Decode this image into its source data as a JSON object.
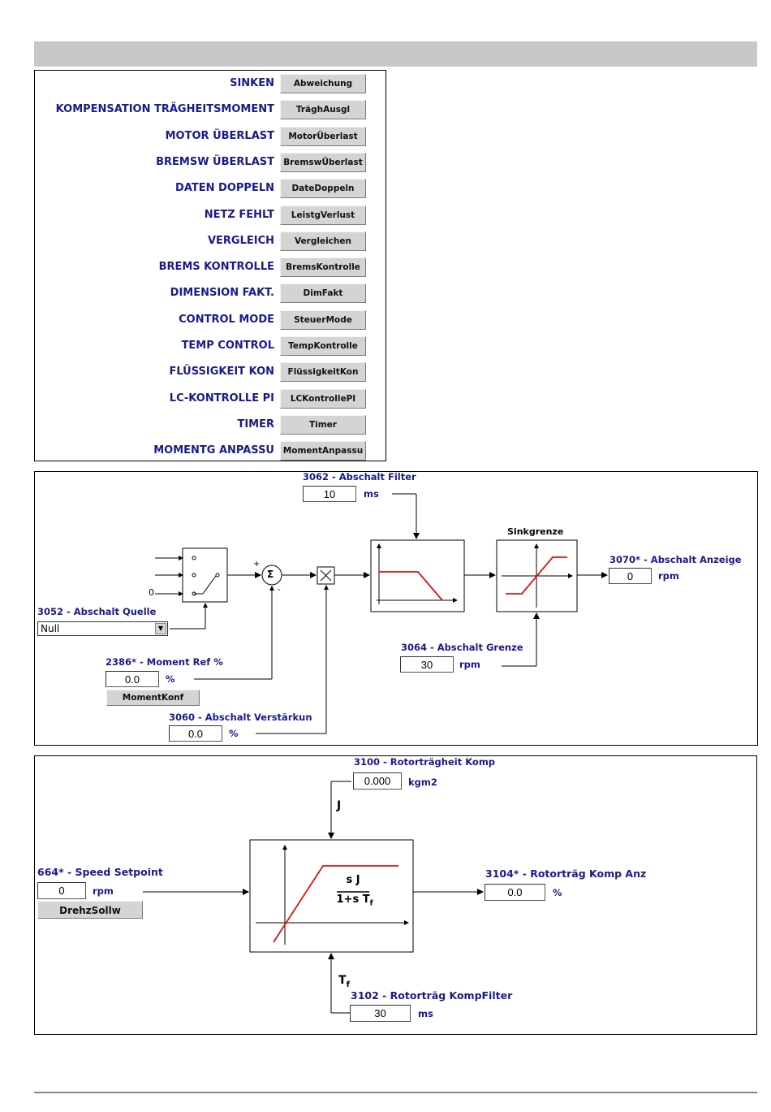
{
  "menu": {
    "items": [
      {
        "label": "SINKEN",
        "button": "Abweichung"
      },
      {
        "label": "KOMPENSATION TRÄGHEITSMOMENT",
        "button": "TräghAusgl"
      },
      {
        "label": "MOTOR ÜBERLAST",
        "button": "MotorÜberlast"
      },
      {
        "label": "BREMSW ÜBERLAST",
        "button": "BremswÜberlast"
      },
      {
        "label": "DATEN DOPPELN",
        "button": "DateDoppeln"
      },
      {
        "label": "NETZ FEHLT",
        "button": "LeistgVerlust"
      },
      {
        "label": "VERGLEICH",
        "button": "Vergleichen"
      },
      {
        "label": "BREMS KONTROLLE",
        "button": "BremsKontrolle"
      },
      {
        "label": "DIMENSION FAKT.",
        "button": "DimFakt"
      },
      {
        "label": "CONTROL MODE",
        "button": "SteuerMode"
      },
      {
        "label": "TEMP CONTROL",
        "button": "TempKontrolle"
      },
      {
        "label": "FLÜSSIGKEIT KON",
        "button": "FlüssigkeitKon"
      },
      {
        "label": "LC-KONTROLLE PI",
        "button": "LCKontrollePI"
      },
      {
        "label": "TIMER",
        "button": "Timer"
      },
      {
        "label": "MOMENTG ANPASSU",
        "button": "MomentAnpassu"
      }
    ]
  },
  "sink": {
    "filter": {
      "label": "3062 - Abschalt Filter",
      "value": "10",
      "unit": "ms"
    },
    "sinkgrenze_label": "Sinkgrenze",
    "anzeige": {
      "label": "3070* - Abschalt Anzeige",
      "value": "0",
      "unit": "rpm"
    },
    "quelle": {
      "label": "3052 - Abschalt Quelle",
      "value": "Null"
    },
    "zero_input": "0",
    "plus_sign": "+",
    "minus_sign": "-",
    "sigma": "Σ",
    "grenze": {
      "label": "3064 - Abschalt Grenze",
      "value": "30",
      "unit": "rpm"
    },
    "moment_ref": {
      "label": "2386* - Moment Ref %",
      "value": "0.0",
      "unit": "%",
      "button": "MomentKonf"
    },
    "verstaerkung": {
      "label": "3060 - Abschalt Verstärkun",
      "value": "0.0",
      "unit": "%"
    }
  },
  "inertia": {
    "rotor": {
      "label": "3100 - Rotorträgheit Komp",
      "value": "0.000",
      "unit": "kgm2"
    },
    "j_label": "J",
    "speed": {
      "label": "664* - Speed Setpoint",
      "value": "0",
      "unit": "rpm",
      "button": "DrehzSollw"
    },
    "transfer_num": "s J",
    "transfer_den": "1+s T",
    "transfer_den_sub": "f",
    "output": {
      "label": "3104* - Rotorträg Komp Anz",
      "value": "0.0",
      "unit": "%"
    },
    "tf_label": "T",
    "tf_sub": "f",
    "filter": {
      "label": "3102 - Rotorträg KompFilter",
      "value": "30",
      "unit": "ms"
    }
  },
  "colors": {
    "label_blue": "#1a1a8c",
    "curve_red": "#e01010",
    "button_gray": "#d4d4d4",
    "header_gray": "#c8c8c8"
  }
}
